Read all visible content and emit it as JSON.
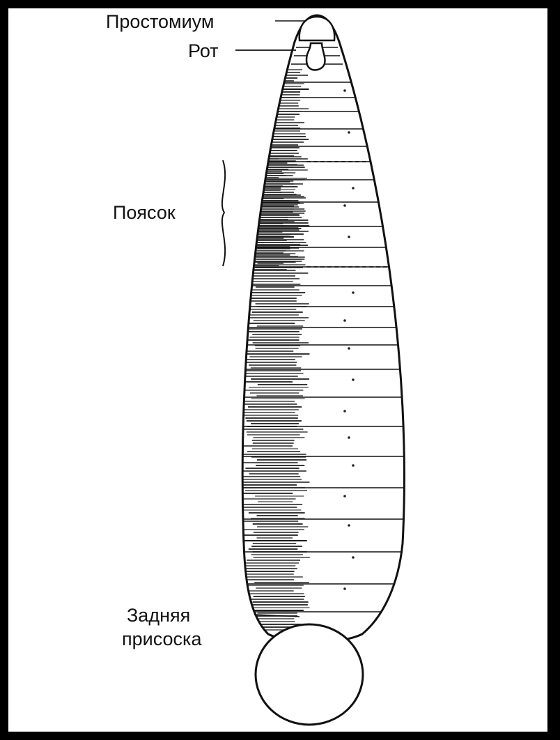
{
  "title": "",
  "labels": {
    "prostomium": "Простомиум",
    "mouth": "Рот",
    "clitellum": "Поясок",
    "posterior_sucker_line1": "Задняя",
    "posterior_sucker_line2": "присоска"
  },
  "colors": {
    "background": "#000000",
    "panel": "#ffffff",
    "ink": "#111111"
  }
}
